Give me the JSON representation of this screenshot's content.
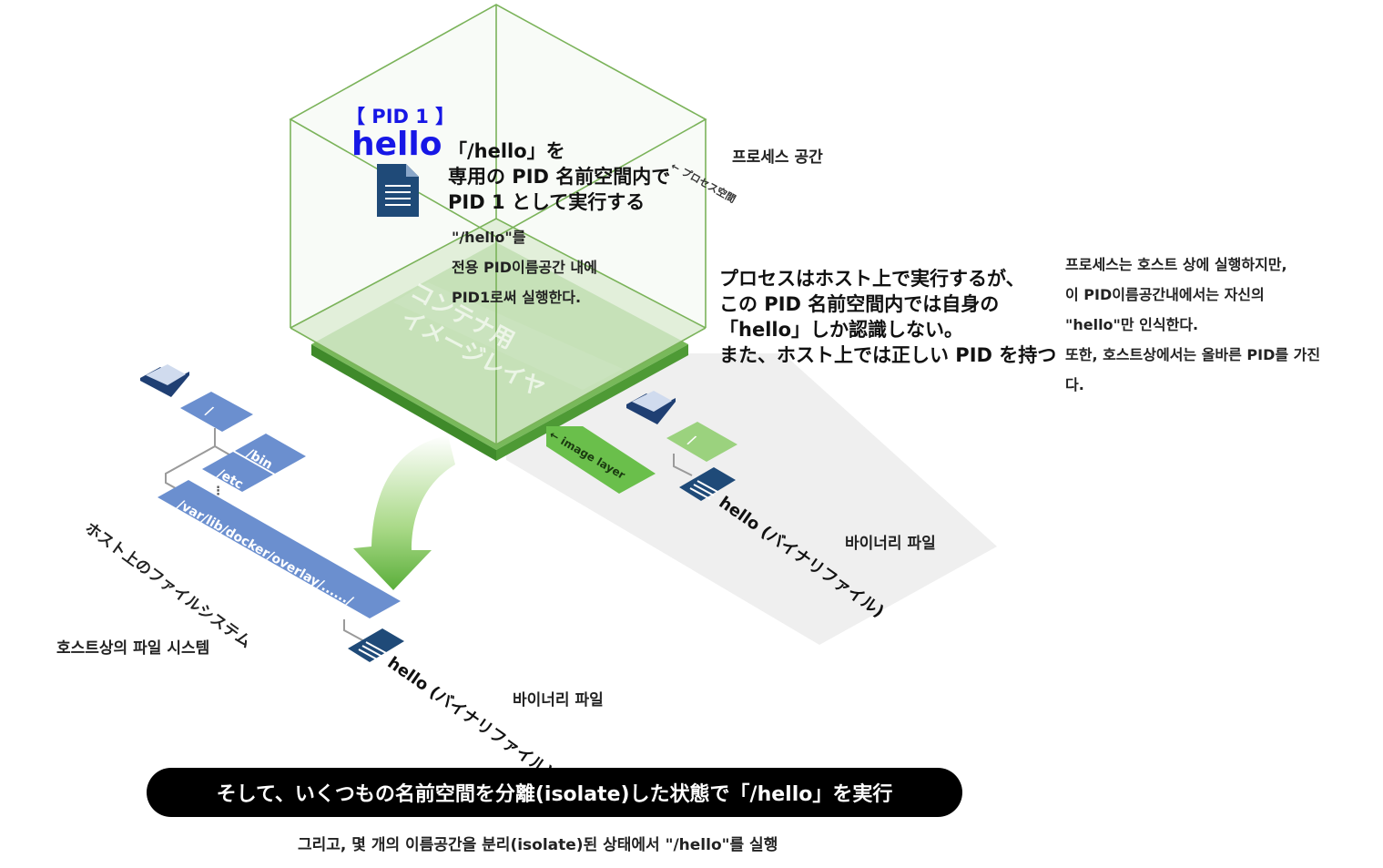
{
  "cube": {
    "pid_label": "【 PID 1 】",
    "process_name": "hello",
    "inside_lines_jp": [
      "「/hello」を",
      "専用の PID 名前空間内で",
      "PID 1 として実行する"
    ],
    "inside_lines_ko": [
      "\"/hello\"를",
      "전용 PID이름공간 내에",
      "PID1로써 실행한다."
    ],
    "process_space_tag": "← プロセス空間",
    "process_space_ko": "프로세스 공간",
    "layer_text_line1": "コンテナ用",
    "layer_text_line2": "イメージレイヤ",
    "image_layer_tag": "← image layer"
  },
  "host_process": {
    "jp_lines": [
      "プロセスはホスト上で実行するが、",
      "この PID 名前空間内では自身の",
      "「hello」しか認識しない。",
      "また、ホスト上では正しい PID を持つ"
    ],
    "ko_lines": [
      "프로세스는 호스트 상에 실행하지만,",
      "이 PID이름공간내에서는 자신의",
      "\"hello\"만 인식한다.",
      "또한, 호스트상에서는 올바른 PID를 가진",
      "다."
    ]
  },
  "container_fs": {
    "root": "/",
    "file_label": "hello (バイナリファイル)",
    "file_ko": "바이너리 파일"
  },
  "host_fs": {
    "root": "/",
    "bin": "/bin",
    "etc": "/etc",
    "dots": "⋮",
    "overlay_path": "/var/lib/docker/overlay/....../",
    "file_label": "hello (バイナリファイル)",
    "file_ko": "바이너리 파일",
    "title_jp": "ホスト上のファイルシステム",
    "title_ko": "호스트상의 파일 시스템"
  },
  "footer": {
    "banner_jp": "そして、いくつもの名前空間を分離(isolate)した状態で「/hello」を実行",
    "caption_ko": "그리고, 몇 개의 이름공간을 분리(isolate)된 상태에서 \"/hello\"를 실행"
  },
  "colors": {
    "cube_edge": "#7bb35a",
    "layer_green": "#5fa84a",
    "tag_green": "#6abf4b",
    "folder_blue": "#1f3f73",
    "path_blue": "#6b8fcf",
    "file_blue": "#1f4a78",
    "pid_blue": "#1717e6",
    "light_green_box": "#9bd27e"
  }
}
